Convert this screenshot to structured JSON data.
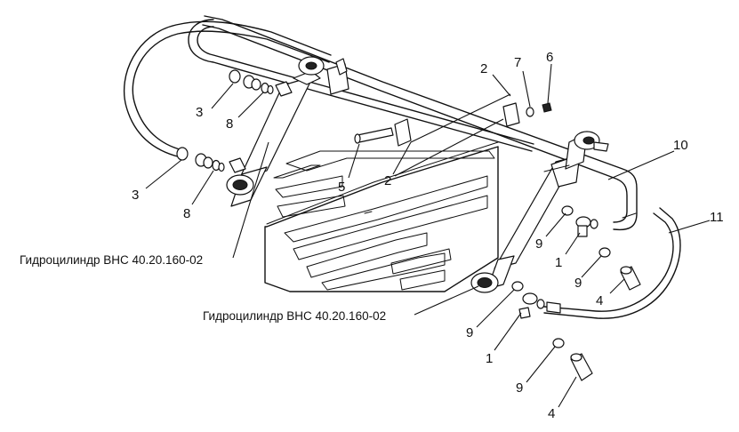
{
  "labels": {
    "n1a": "1",
    "n1b": "1",
    "n2a": "2",
    "n2b": "2",
    "n3a": "3",
    "n3b": "3",
    "n4a": "4",
    "n4b": "4",
    "n5": "5",
    "n6": "6",
    "n7": "7",
    "n8a": "8",
    "n8b": "8",
    "n9a": "9",
    "n9b": "9",
    "n9c": "9",
    "n9d": "9",
    "n10": "10",
    "n11": "11"
  },
  "captions": {
    "left_cylinder": "Гидроцилиндр ВНС 40.20.160-02",
    "right_cylinder": "Гидроцилиндр ВНС 40.20.160-02"
  }
}
